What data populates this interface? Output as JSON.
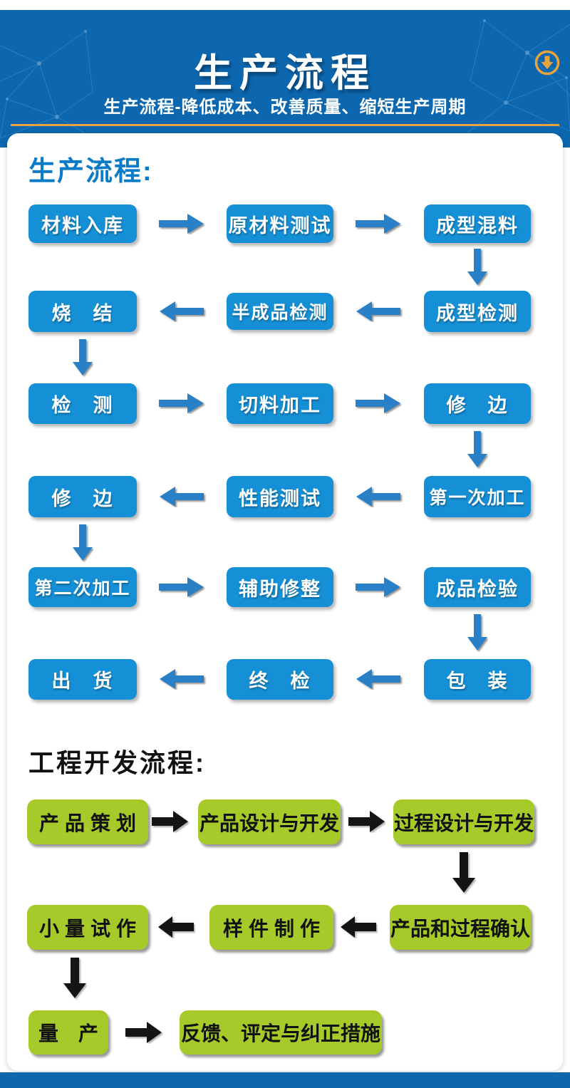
{
  "header": {
    "title": "生产流程",
    "subtitle": "生产流程-降低成本、改善质量、缩短生产周期",
    "download_icon": "circle-down-arrow",
    "colors": {
      "background": "#0d67af",
      "accent_line": "#e8a33d",
      "text": "#ffffff"
    }
  },
  "production_flow": {
    "heading": "生产流程:",
    "box_color": "#1590d6",
    "arrow_color": "#2a80c6",
    "rows": [
      {
        "flow": "right",
        "cells": [
          "材料入库",
          "原材料测试",
          "成型混料"
        ]
      },
      {
        "flow": "left",
        "cells": [
          "烧　结",
          "半成品检测",
          "成型检测"
        ]
      },
      {
        "flow": "right",
        "cells": [
          "检　测",
          "切料加工",
          "修　边"
        ]
      },
      {
        "flow": "left",
        "cells": [
          "修　边",
          "性能测试",
          "第一次加工"
        ]
      },
      {
        "flow": "right",
        "cells": [
          "第二次加工",
          "辅助修整",
          "成品检验"
        ]
      },
      {
        "flow": "left",
        "cells": [
          "出　货",
          "终　检",
          "包　装"
        ]
      }
    ]
  },
  "engineering_flow": {
    "heading": "工程开发流程:",
    "box_color": "#a6ca29",
    "arrow_color": "#141414",
    "rows": [
      {
        "flow": "right",
        "cells": [
          "产品策划",
          "产品设计与开发",
          "过程设计与开发"
        ]
      },
      {
        "flow": "left",
        "cells": [
          "小量试作",
          "样件制作",
          "产品和过程确认"
        ]
      },
      {
        "flow": "right",
        "cells": [
          "量　产",
          "反馈、评定与纠正措施"
        ]
      }
    ]
  }
}
